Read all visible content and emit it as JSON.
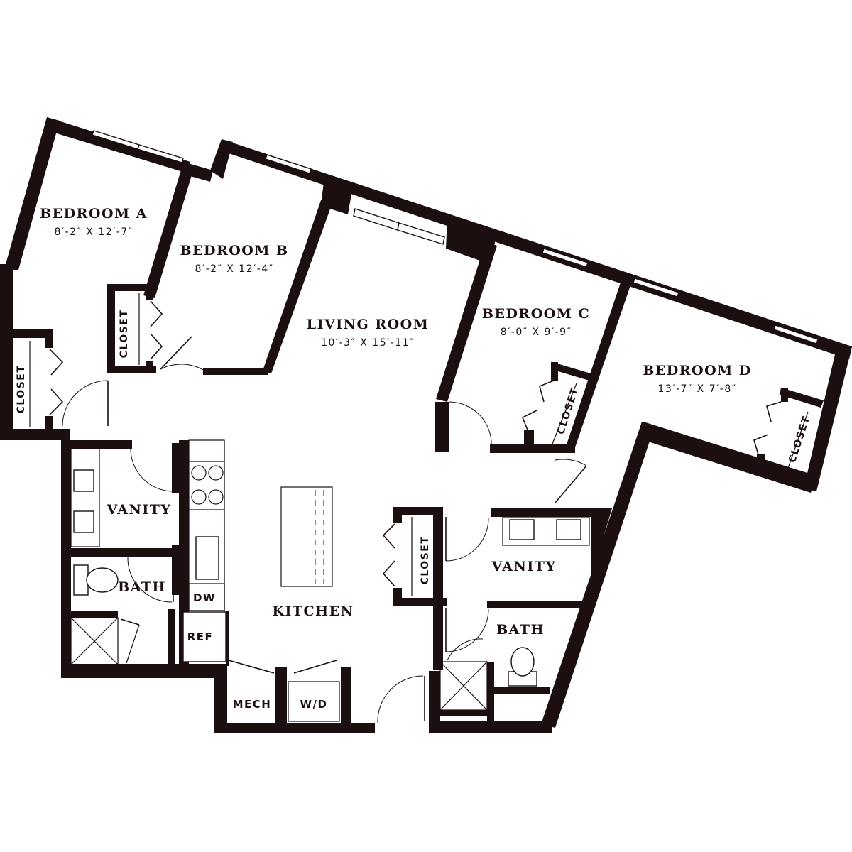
{
  "rooms": {
    "bedroom_a": {
      "name": "BEDROOM A",
      "dims": "8′-2″ X 12′-7″"
    },
    "bedroom_b": {
      "name": "BEDROOM B",
      "dims": "8′-2″ X 12′-4″"
    },
    "living_room": {
      "name": "LIVING ROOM",
      "dims": "10′-3″ X 15′-11″"
    },
    "bedroom_c": {
      "name": "BEDROOM C",
      "dims": "8′-0″ X 9′-9″"
    },
    "bedroom_d": {
      "name": "BEDROOM D",
      "dims": "13′-7″ X 7′-8″"
    },
    "vanity_left": {
      "name": "VANITY"
    },
    "bath_left": {
      "name": "BATH"
    },
    "kitchen": {
      "name": "KITCHEN"
    },
    "vanity_right": {
      "name": "VANITY"
    },
    "bath_right": {
      "name": "BATH"
    }
  },
  "labels": {
    "closet_a": "CLOSET",
    "closet_b": "CLOSET",
    "closet_c": "CLOSET",
    "closet_d": "CLOSET",
    "closet_hall": "CLOSET",
    "dw": "DW",
    "ref": "REF",
    "mech": "MECH",
    "wd": "W/D"
  },
  "colors": {
    "wall": "#1c0f10",
    "background": "#ffffff"
  }
}
